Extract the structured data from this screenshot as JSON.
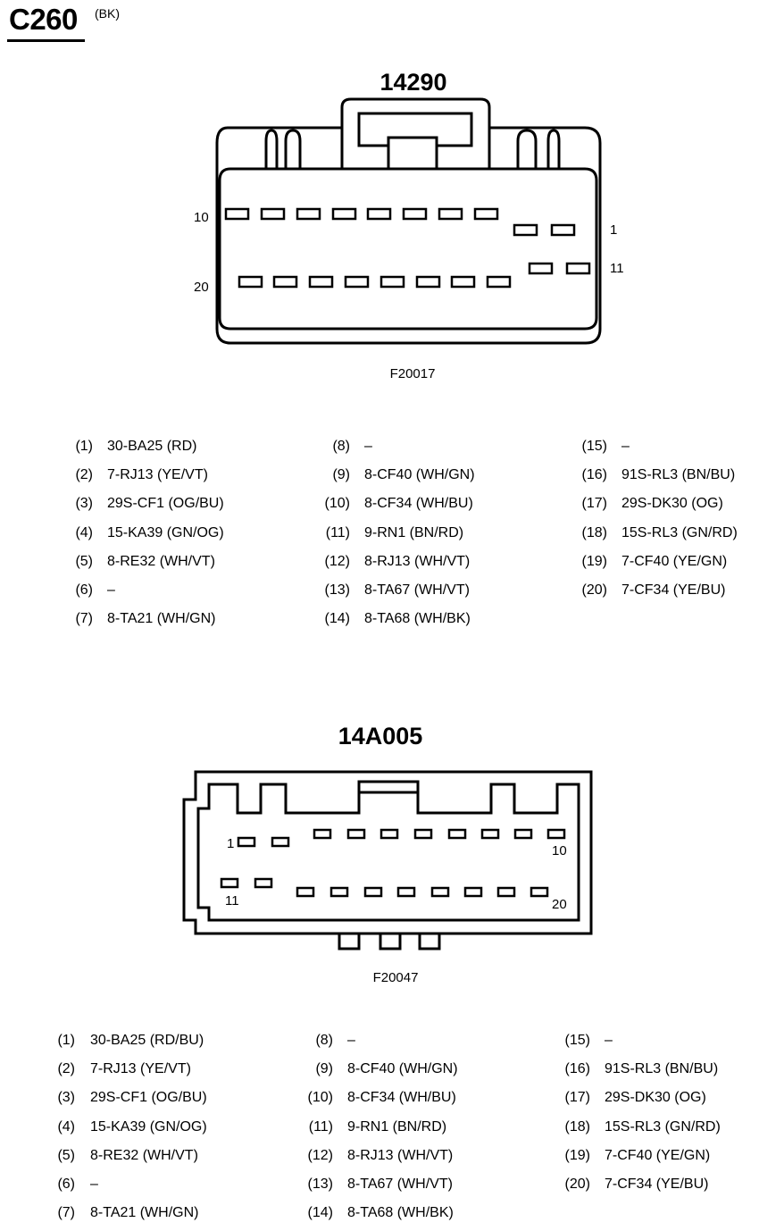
{
  "title": "C260",
  "title_sub": "(BK)",
  "connectors": [
    {
      "id": "top",
      "part_number": "14290",
      "figure_code": "F20017",
      "pin_labels": [
        "10",
        "1",
        "11",
        "20"
      ],
      "pins": [
        {
          "num": "(1)",
          "circuit": "30-BA25 (RD)"
        },
        {
          "num": "(2)",
          "circuit": "7-RJ13 (YE/VT)"
        },
        {
          "num": "(3)",
          "circuit": "29S-CF1 (OG/BU)"
        },
        {
          "num": "(4)",
          "circuit": "15-KA39 (GN/OG)"
        },
        {
          "num": "(5)",
          "circuit": "8-RE32 (WH/VT)"
        },
        {
          "num": "(6)",
          "circuit": "–"
        },
        {
          "num": "(7)",
          "circuit": "8-TA21 (WH/GN)"
        },
        {
          "num": "(8)",
          "circuit": "–"
        },
        {
          "num": "(9)",
          "circuit": "8-CF40 (WH/GN)"
        },
        {
          "num": "(10)",
          "circuit": "8-CF34 (WH/BU)"
        },
        {
          "num": "(11)",
          "circuit": "9-RN1 (BN/RD)"
        },
        {
          "num": "(12)",
          "circuit": "8-RJ13 (WH/VT)"
        },
        {
          "num": "(13)",
          "circuit": "8-TA67 (WH/VT)"
        },
        {
          "num": "(14)",
          "circuit": "8-TA68 (WH/BK)"
        },
        {
          "num": "(15)",
          "circuit": "–"
        },
        {
          "num": "(16)",
          "circuit": "91S-RL3 (BN/BU)"
        },
        {
          "num": "(17)",
          "circuit": "29S-DK30 (OG)"
        },
        {
          "num": "(18)",
          "circuit": "15S-RL3 (GN/RD)"
        },
        {
          "num": "(19)",
          "circuit": "7-CF40 (YE/GN)"
        },
        {
          "num": "(20)",
          "circuit": "7-CF34 (YE/BU)"
        }
      ]
    },
    {
      "id": "bottom",
      "part_number": "14A005",
      "figure_code": "F20047",
      "pin_labels": [
        "1",
        "10",
        "11",
        "20"
      ],
      "pins": [
        {
          "num": "(1)",
          "circuit": "30-BA25 (RD/BU)"
        },
        {
          "num": "(2)",
          "circuit": "7-RJ13 (YE/VT)"
        },
        {
          "num": "(3)",
          "circuit": "29S-CF1 (OG/BU)"
        },
        {
          "num": "(4)",
          "circuit": "15-KA39 (GN/OG)"
        },
        {
          "num": "(5)",
          "circuit": "8-RE32 (WH/VT)"
        },
        {
          "num": "(6)",
          "circuit": "–"
        },
        {
          "num": "(7)",
          "circuit": "8-TA21 (WH/GN)"
        },
        {
          "num": "(8)",
          "circuit": "–"
        },
        {
          "num": "(9)",
          "circuit": "8-CF40 (WH/GN)"
        },
        {
          "num": "(10)",
          "circuit": "8-CF34 (WH/BU)"
        },
        {
          "num": "(11)",
          "circuit": "9-RN1 (BN/RD)"
        },
        {
          "num": "(12)",
          "circuit": "8-RJ13 (WH/VT)"
        },
        {
          "num": "(13)",
          "circuit": "8-TA67 (WH/VT)"
        },
        {
          "num": "(14)",
          "circuit": "8-TA68 (WH/BK)"
        },
        {
          "num": "(15)",
          "circuit": "–"
        },
        {
          "num": "(16)",
          "circuit": "91S-RL3 (BN/BU)"
        },
        {
          "num": "(17)",
          "circuit": "29S-DK30 (OG)"
        },
        {
          "num": "(18)",
          "circuit": "15S-RL3 (GN/RD)"
        },
        {
          "num": "(19)",
          "circuit": "7-CF40 (YE/GN)"
        },
        {
          "num": "(20)",
          "circuit": "7-CF34 (YE/BU)"
        }
      ]
    }
  ]
}
